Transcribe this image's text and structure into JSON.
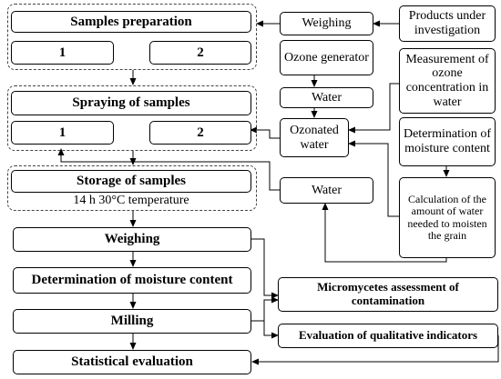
{
  "diagram": {
    "nodes": {
      "samples_preparation": "Samples preparation",
      "prep_1": "1",
      "prep_2": "2",
      "spraying_of_samples": "Spraying of samples",
      "spray_1": "1",
      "spray_2": "2",
      "storage_of_samples": "Storage of samples",
      "storage_conditions": "14 h 30°C temperature",
      "weighing_top": "Weighing",
      "products_under_investigation": "Products under investigation",
      "ozone_generator": "Ozone generator",
      "water_1": "Water",
      "measurement_ozone": "Measurement of ozone concentration in water",
      "ozonated_water": "Ozonated water",
      "determination_moisture_right": "Determination of moisture content",
      "water_2": "Water",
      "calculation_water": "Calculation of the amount of water needed to moisten the grain",
      "weighing": "Weighing",
      "determination_moisture": "Determination of moisture content",
      "milling": "Milling",
      "statistical_evaluation": "Statistical evaluation",
      "micromycetes": "Micromycetes assessment of contamination",
      "evaluation_quality": "Evaluation of qualitative indicators"
    }
  }
}
